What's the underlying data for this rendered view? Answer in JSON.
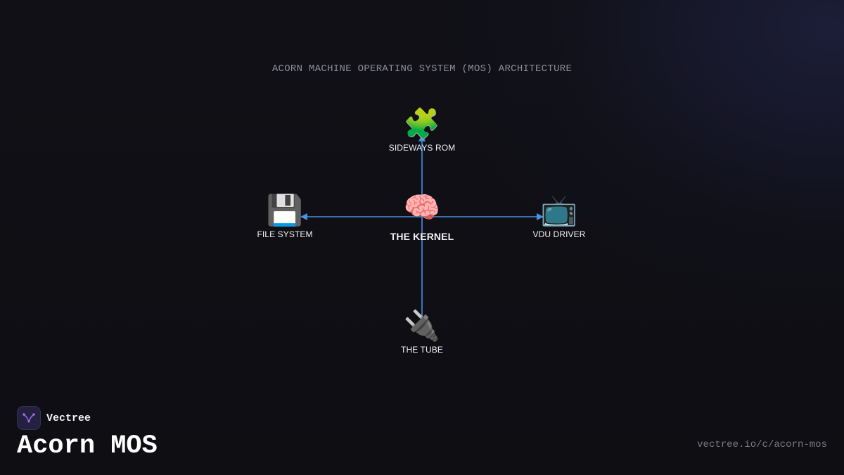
{
  "diagram": {
    "title": "ACORN MACHINE OPERATING SYSTEM (MOS) ARCHITECTURE",
    "center": {
      "label": "THE KERNEL",
      "icon": "🧠",
      "icon_name": "brain-icon"
    },
    "nodes": {
      "top": {
        "label": "SIDEWAYS ROM",
        "icon": "🧩",
        "icon_name": "puzzle-piece-icon"
      },
      "left": {
        "label": "FILE SYSTEM",
        "icon": "💾",
        "icon_name": "floppy-disk-icon"
      },
      "right": {
        "label": "VDU DRIVER",
        "icon": "📺",
        "icon_name": "television-icon"
      },
      "bottom": {
        "label": "THE TUBE",
        "icon": "🔌",
        "icon_name": "electric-plug-icon"
      }
    },
    "edges": [
      {
        "from": "THE KERNEL",
        "to": "SIDEWAYS ROM"
      },
      {
        "from": "THE KERNEL",
        "to": "FILE SYSTEM"
      },
      {
        "from": "THE KERNEL",
        "to": "VDU DRIVER"
      },
      {
        "from": "THE KERNEL",
        "to": "THE TUBE"
      }
    ],
    "edge_color": "#4a90e2"
  },
  "footer": {
    "brand_name": "Vectree",
    "title": "Acorn MOS",
    "url": "vectree.io/c/acorn-mos"
  },
  "colors": {
    "background": "#0f0f14",
    "accent": "#4a90e2",
    "logo_purple": "#9b5de5"
  }
}
